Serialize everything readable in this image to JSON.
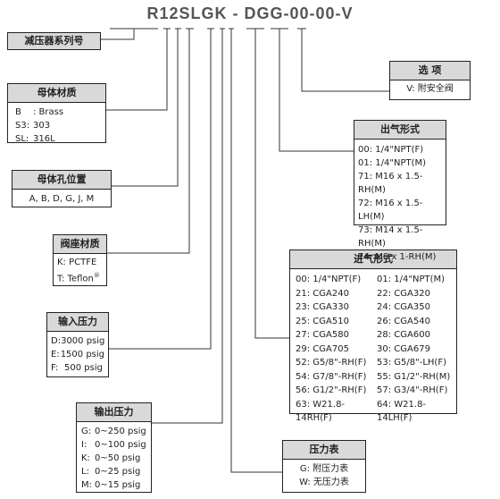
{
  "model_code": "R12SLGK  - DGG-00-00-V",
  "series": {
    "title": "减压器系列号"
  },
  "body_material": {
    "title": "母体材质",
    "items": [
      {
        "code": "B",
        "value": ": Brass"
      },
      {
        "code": "S3:",
        "value": "303"
      },
      {
        "code": "SL:",
        "value": "316L"
      }
    ]
  },
  "body_port": {
    "title": "母体孔位置",
    "value": "A, B, D, G, J, M"
  },
  "seat_material": {
    "title": "阀座材质",
    "items": [
      "K: PCTFE",
      "T: Teflon"
    ],
    "reg_mark": "®"
  },
  "inlet_pressure": {
    "title": "输入压力",
    "items": [
      {
        "code": "D:",
        "value": "3000 psig"
      },
      {
        "code": "E:",
        "value": "1500 psig"
      },
      {
        "code": "F:",
        "value": "500 psig"
      }
    ]
  },
  "outlet_pressure": {
    "title": "输出压力",
    "items": [
      {
        "code": "G:",
        "value": "0~250 psig"
      },
      {
        "code": "I:",
        "value": "0~100 psig"
      },
      {
        "code": "K:",
        "value": "0~50 psig"
      },
      {
        "code": "L:",
        "value": "0~25 psig"
      },
      {
        "code": "M:",
        "value": "0~15 psig"
      }
    ]
  },
  "gauge": {
    "title": "压力表",
    "items": [
      "G: 附压力表",
      "W: 无压力表"
    ]
  },
  "inlet_form": {
    "title": "进气形式",
    "items": [
      [
        "00: 1/4\"NPT(F)",
        "01: 1/4\"NPT(M)"
      ],
      [
        "21: CGA240",
        "22: CGA320"
      ],
      [
        "23: CGA330",
        "24: CGA350"
      ],
      [
        "25: CGA510",
        "26: CGA540"
      ],
      [
        "27: CGA580",
        "28: CGA600"
      ],
      [
        "29: CGA705",
        "30: CGA679"
      ],
      [
        "52: G5/8\"-RH(F)",
        "53: G5/8\"-LH(F)"
      ],
      [
        "54: G7/8\"-RH(F)",
        "55: G1/2\"-RH(M)"
      ],
      [
        "56: G1/2\"-RH(F)",
        "57: G3/4\"-RH(F)"
      ],
      [
        "63: W21.8-14RH(F)",
        "64: W21.8-14LH(F)"
      ]
    ]
  },
  "outlet_form": {
    "title": "出气形式",
    "items": [
      "00: 1/4\"NPT(F)",
      "01: 1/4\"NPT(M)",
      "71: M16 x 1.5-RH(M)",
      "72: M16 x 1.5-LH(M)",
      "73: M14 x 1.5-RH(M)",
      "74: M8 x 1-RH(M)"
    ]
  },
  "option": {
    "title": "选 项",
    "value": "V: 附安全阀"
  }
}
